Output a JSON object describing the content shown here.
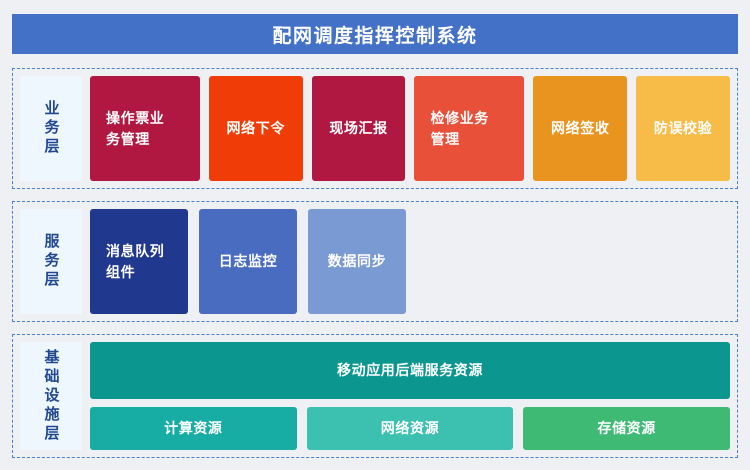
{
  "header": {
    "title": "配网调度指挥控制系统",
    "background_color": "#4371c7",
    "text_color": "#ffffff"
  },
  "page": {
    "background_color": "#eff0f4",
    "panel_border_color": "#4a7fd4",
    "layer_label_background": "#eef7fe",
    "layer_label_text_color": "#21488f"
  },
  "layers": [
    {
      "id": "business",
      "label": "业务层",
      "cards": [
        {
          "label": "操作票业务管理",
          "color": "#b01842",
          "lines": 2
        },
        {
          "label": "网络下令",
          "color": "#f03c06",
          "lines": 1
        },
        {
          "label": "现场汇报",
          "color": "#b01842",
          "lines": 1
        },
        {
          "label": "检修业务管理",
          "color": "#e8503a",
          "lines": 2
        },
        {
          "label": "网络签收",
          "color": "#e8941f",
          "lines": 1
        },
        {
          "label": "防误校验",
          "color": "#f7bc47",
          "lines": 1
        }
      ]
    },
    {
      "id": "service",
      "label": "服务层",
      "cards": [
        {
          "label": "消息队列组件",
          "color": "#21388f",
          "lines": 2
        },
        {
          "label": "日志监控",
          "color": "#4a6cc0",
          "lines": 1
        },
        {
          "label": "数据同步",
          "color": "#7a9ad4",
          "lines": 1
        }
      ]
    },
    {
      "id": "infrastructure",
      "label": "基础设施层",
      "wide_card": {
        "label": "移动应用后端服务资源",
        "color": "#0b9690"
      },
      "cards": [
        {
          "label": "计算资源",
          "color": "#17ada5",
          "lines": 1
        },
        {
          "label": "网络资源",
          "color": "#3cc0b0",
          "lines": 1
        },
        {
          "label": "存储资源",
          "color": "#3eba74",
          "lines": 1
        }
      ]
    }
  ]
}
